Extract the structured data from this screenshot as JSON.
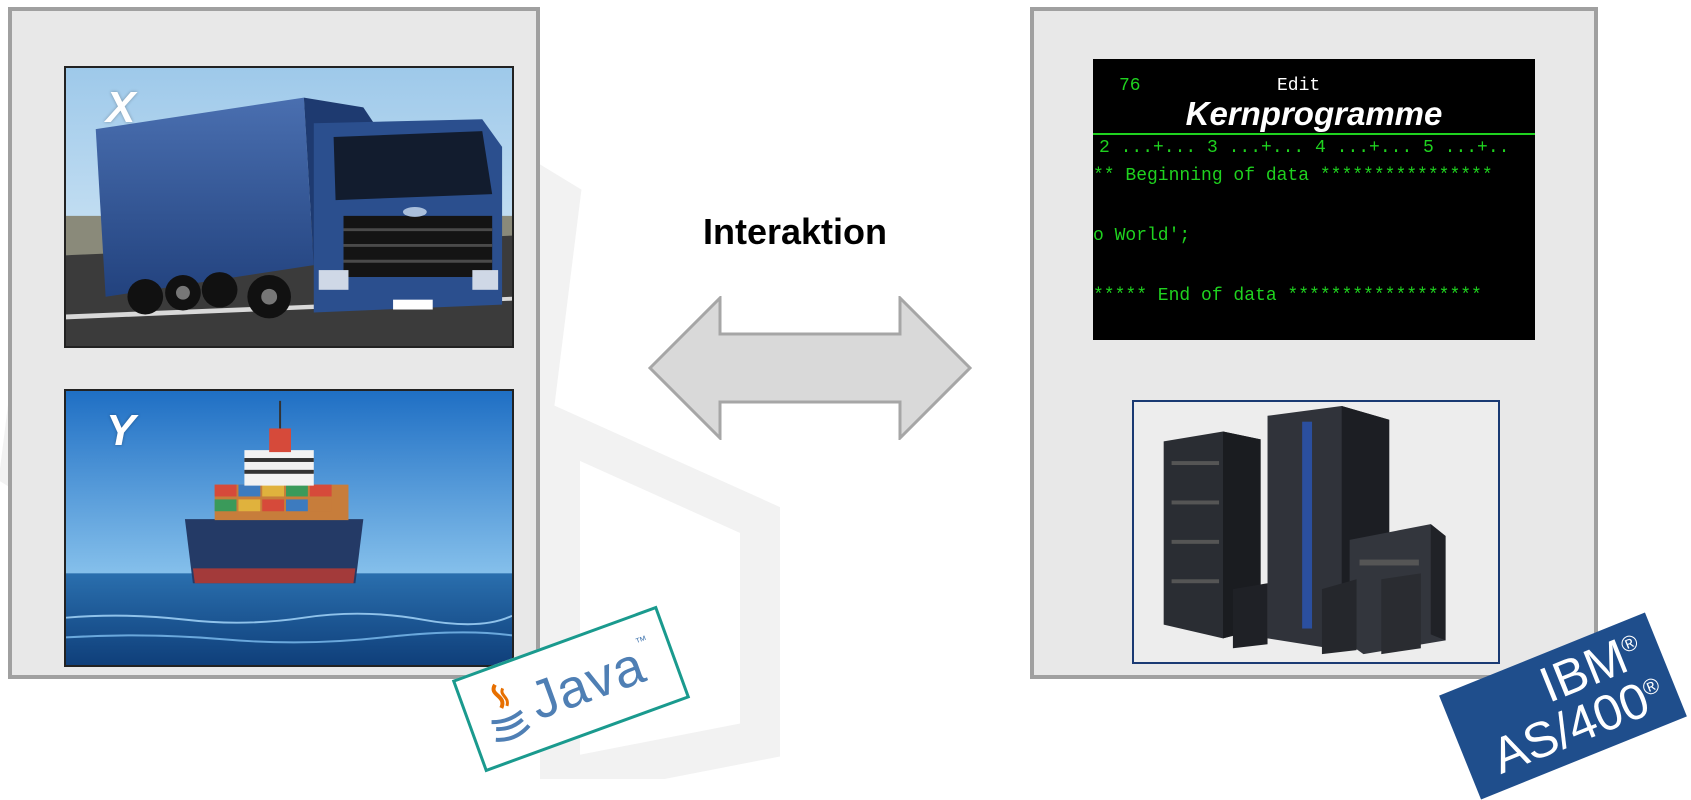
{
  "left_panel": {
    "truck_label": "X",
    "ship_label": "Y",
    "badge_text": "Java",
    "badge_tm": "™"
  },
  "center": {
    "label": "Interaktion"
  },
  "right_panel": {
    "terminal": {
      "line_number": "76",
      "mode": "Edit",
      "title": "Kernprogramme",
      "ruler": "2 ...+... 3 ...+... 4 ...+... 5 ...+..",
      "begin": "** Beginning of data ****************",
      "world": "o World';",
      "end": "***** End of data ******************"
    },
    "badge_line1": "IBM",
    "badge_line2": "AS/400",
    "badge_reg": "®"
  },
  "colors": {
    "panel_bg": "#e8e8e8",
    "panel_border": "#a0a0a0",
    "terminal_green": "#1fd21f",
    "java_blue": "#4f7fb4",
    "java_orange": "#e76f00",
    "ibm_blue": "#1f4e8c"
  }
}
